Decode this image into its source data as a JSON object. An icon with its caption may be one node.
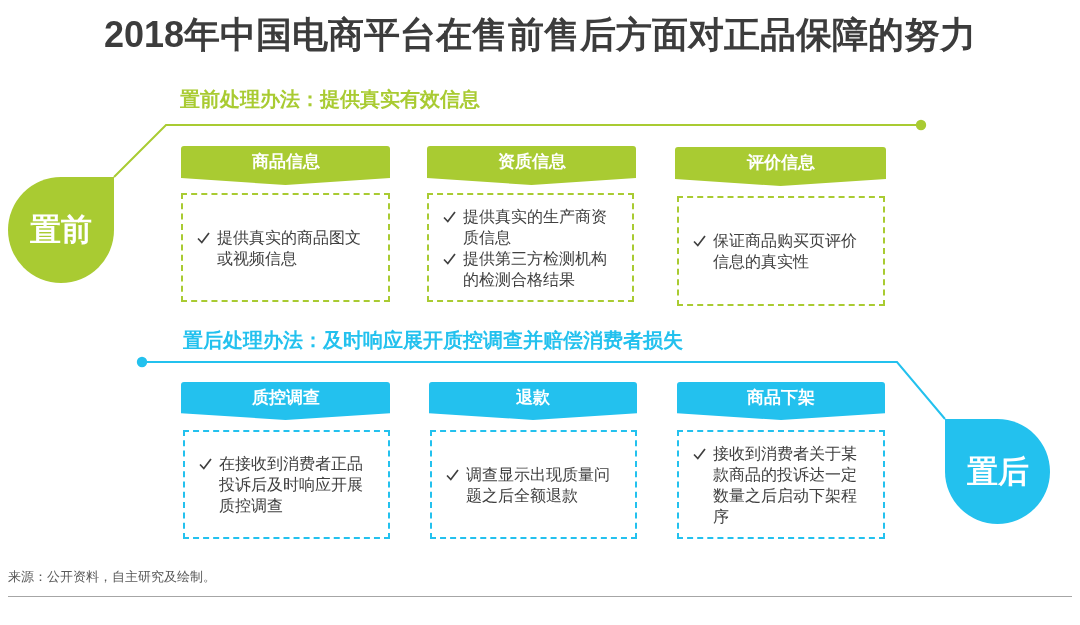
{
  "diagram": {
    "title": "2018年中国电商平台在售前售后方面对正品保障的努力",
    "nodes": [
      {
        "text": [
          "置前"
        ]
      },
      {
        "text": [
          "商品信息"
        ]
      },
      {
        "text": [
          "提供真实的商品图文或视频信息"
        ]
      },
      {
        "text": [
          "资质信息"
        ]
      },
      {
        "text": [
          "提供真实的生产商资质信息",
          "提供第三方检测机构的检测合格结果"
        ]
      },
      {
        "text": [
          "评价信息"
        ]
      },
      {
        "text": [
          "保证商品购买页评价信息的真实性"
        ]
      },
      {
        "text": [
          "质控调查"
        ]
      },
      {
        "text": [
          "在接收到消费者正品投诉后及时响应开展质控调查"
        ]
      },
      {
        "text": [
          "退款"
        ]
      },
      {
        "text": [
          "调查显示出现质量问题之后全额退款"
        ]
      },
      {
        "text": [
          "商品下架"
        ]
      },
      {
        "text": [
          "接收到消费者关于某款商品的投诉达一定数量之后启动下架程序"
        ]
      },
      {
        "text": [
          "置后"
        ]
      }
    ],
    "edges": [
      {
        "from": 0,
        "to": null,
        "arrow": "other",
        "color": "#a9cb32"
      },
      {
        "from": 13,
        "to": null,
        "arrow": "other",
        "color": "#23c1ee"
      }
    ],
    "labels": [
      "置前处理办法：提供真实有效信息",
      "置后处理办法：及时响应展开质控调查并赔偿消费者损失",
      "来源：公开资料，自主研究及绘制。"
    ]
  }
}
